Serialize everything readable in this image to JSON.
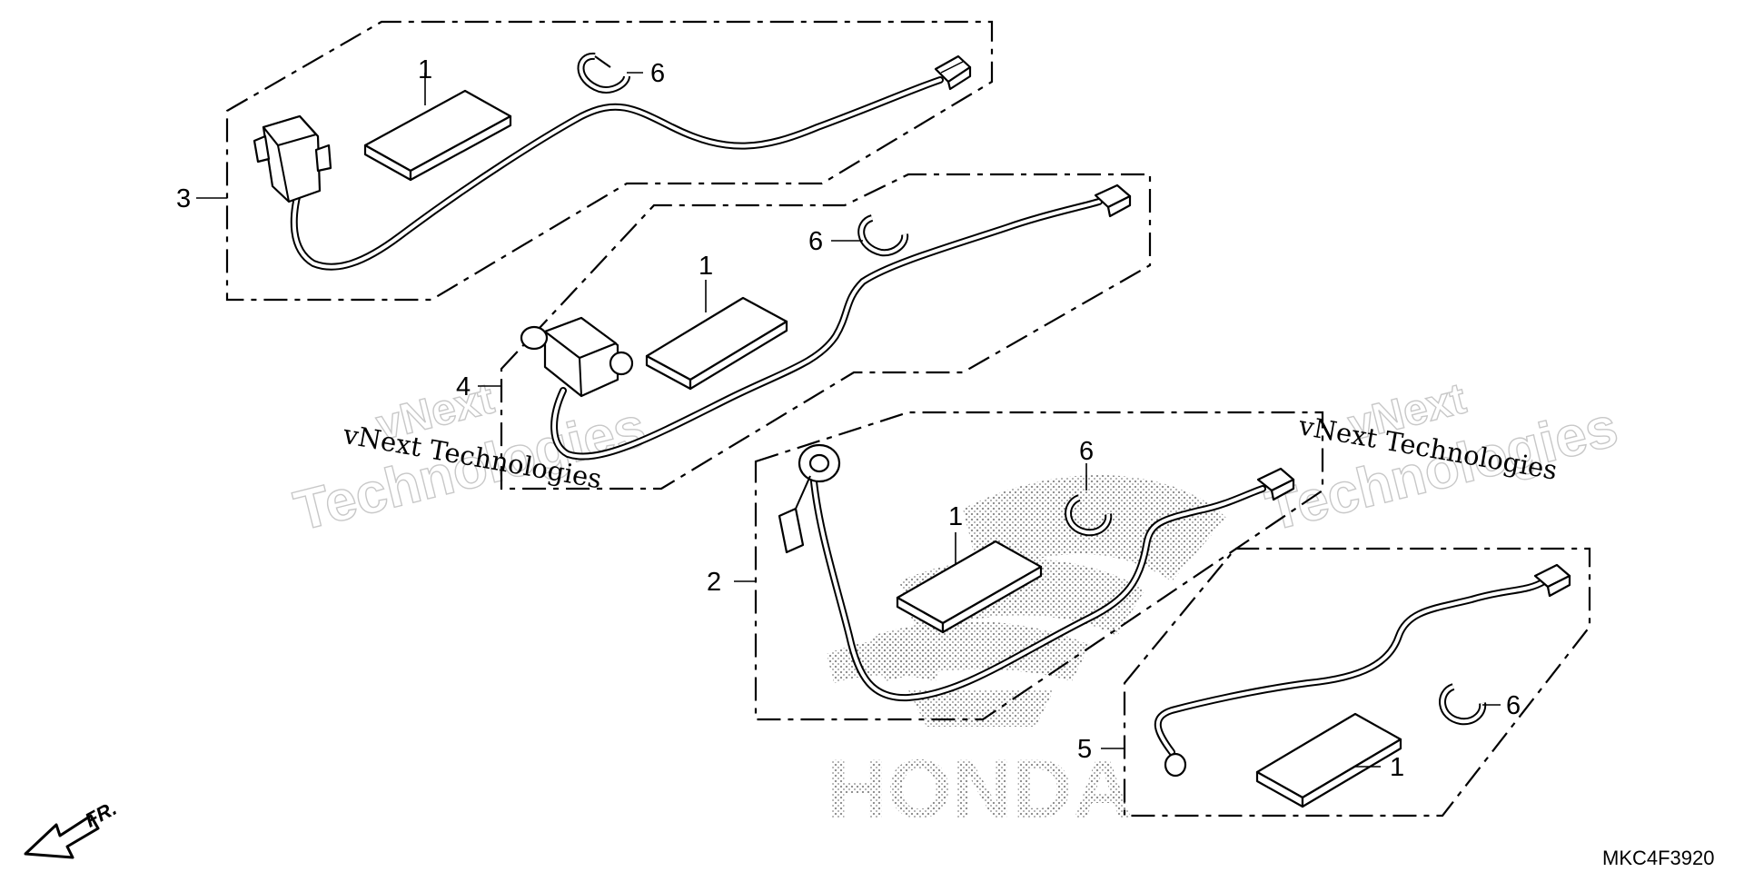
{
  "diagram": {
    "callouts": {
      "kit_3": "3",
      "kit_4": "4",
      "kit_2": "2",
      "kit_5": "5",
      "pad_a": "1",
      "pad_b": "1",
      "pad_c": "1",
      "pad_d": "1",
      "clip_a": "6",
      "clip_b": "6",
      "clip_c": "6",
      "clip_d": "6"
    },
    "watermarks": {
      "stamp_left": "vNext Technologies",
      "stamp_right": "vNext Technologies",
      "outline_left_line1": "vNext",
      "outline_left_line2": "Technologies",
      "outline_right_line1": "vNext",
      "outline_right_line2": "Technologies"
    },
    "background_logo_text": "HONDA",
    "direction_label": "FR.",
    "diagram_code": "MKC4F3920"
  }
}
